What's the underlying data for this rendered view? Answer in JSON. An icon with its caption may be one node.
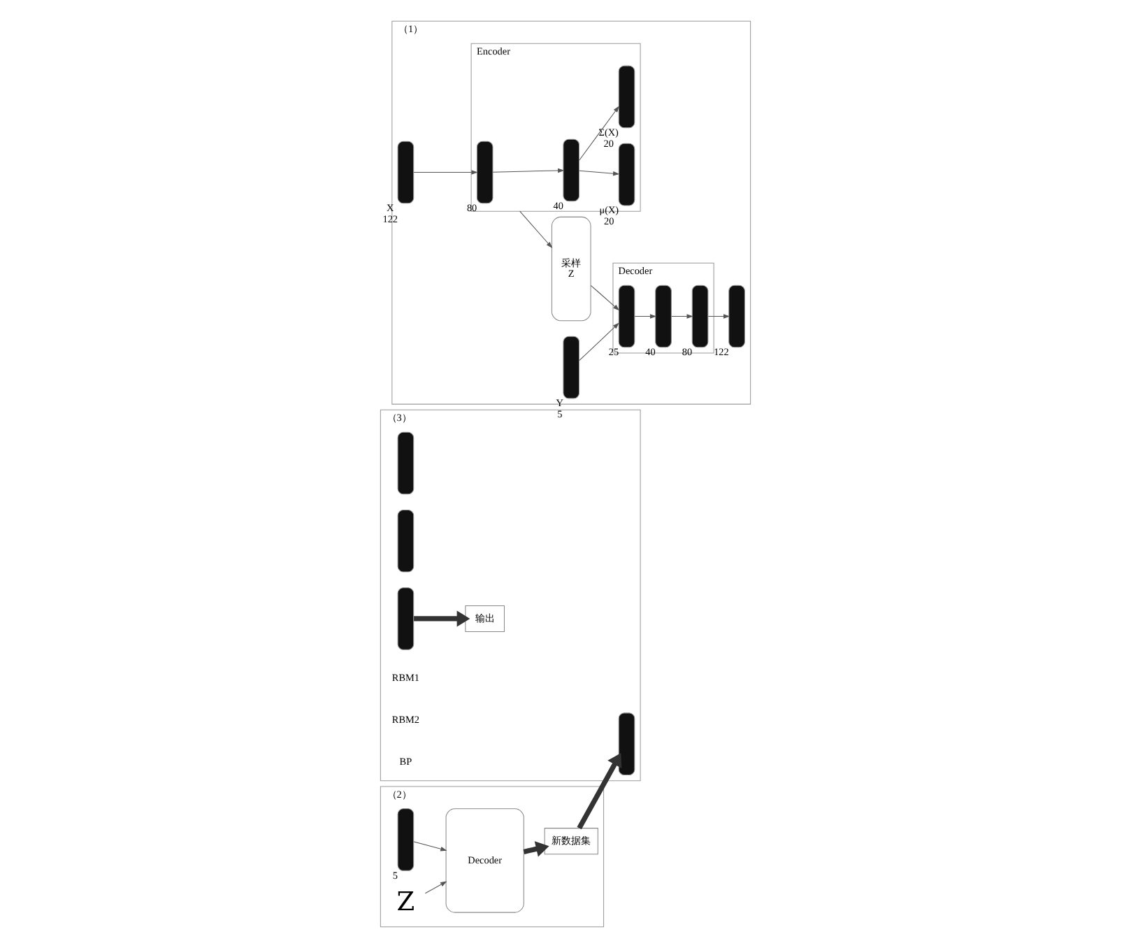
{
  "diagram": {
    "nodes": [
      {
        "text": [
          "（1）"
        ]
      },
      {
        "text": [],
        "shape": "bar",
        "in": 0,
        "beside": [
          "X",
          "122"
        ]
      },
      {
        "text": [
          "Encoder"
        ],
        "in": 0
      },
      {
        "text": [],
        "shape": "bar",
        "in": 2,
        "beside": [
          "80"
        ]
      },
      {
        "text": [],
        "shape": "bar",
        "in": 2,
        "beside": [
          "40"
        ]
      },
      {
        "text": [],
        "shape": "bar",
        "in": 2,
        "beside": [
          "μ(X)",
          "20"
        ]
      },
      {
        "text": [],
        "shape": "bar",
        "in": 2,
        "beside": [
          "Σ(X)",
          "20"
        ]
      },
      {
        "text": [
          "采样",
          "Z"
        ],
        "in": 0
      },
      {
        "text": [],
        "shape": "bar",
        "in": 0,
        "beside": [
          "Y",
          "5"
        ]
      },
      {
        "text": [
          "Decoder"
        ],
        "in": 0
      },
      {
        "text": [],
        "shape": "bar",
        "in": 9,
        "beside": [
          "25"
        ]
      },
      {
        "text": [],
        "shape": "bar",
        "in": 9,
        "beside": [
          "40"
        ]
      },
      {
        "text": [],
        "shape": "bar",
        "in": 9,
        "beside": [
          "80"
        ]
      },
      {
        "text": [],
        "shape": "bar",
        "in": 0,
        "beside": [
          "122"
        ]
      },
      {
        "text": [
          "（2）"
        ]
      },
      {
        "text": [],
        "shape": "bar",
        "in": 14,
        "beside": [
          "5"
        ]
      },
      {
        "text": [
          "Z"
        ],
        "in": 14
      },
      {
        "text": [
          "Decoder"
        ],
        "in": 14
      },
      {
        "text": [
          "新数据集"
        ],
        "in": 14
      },
      {
        "text": [
          "（3）"
        ]
      },
      {
        "text": [],
        "shape": "bar",
        "in": 19
      },
      {
        "text": [],
        "shape": "bar",
        "in": 19
      },
      {
        "text": [],
        "shape": "bar",
        "in": 19
      },
      {
        "text": [],
        "shape": "bar",
        "in": 19
      },
      {
        "text": [
          "输出"
        ],
        "in": 19
      }
    ],
    "edges": [
      {
        "from": 1,
        "to": 3,
        "arrow": "to"
      },
      {
        "from": 3,
        "to": 4,
        "arrow": "to"
      },
      {
        "from": 4,
        "to": 5,
        "arrow": "to"
      },
      {
        "from": 4,
        "to": 6,
        "arrow": "to"
      },
      {
        "from": 2,
        "to": 7,
        "arrow": "to"
      },
      {
        "from": 7,
        "to": 10,
        "arrow": "to"
      },
      {
        "from": 8,
        "to": 10,
        "arrow": "to"
      },
      {
        "from": 10,
        "to": 11,
        "arrow": "to"
      },
      {
        "from": 11,
        "to": 12,
        "arrow": "to"
      },
      {
        "from": 12,
        "to": 13,
        "arrow": "to"
      },
      {
        "from": 15,
        "to": 17,
        "arrow": "to"
      },
      {
        "from": 16,
        "to": 17,
        "arrow": "to"
      },
      {
        "from": 17,
        "to": 18,
        "arrow": "to",
        "style": "thick"
      },
      {
        "from": 18,
        "to": 20,
        "arrow": "to",
        "style": "thick"
      },
      {
        "from": 23,
        "to": 24,
        "arrow": "to",
        "style": "thick"
      }
    ],
    "labels": [
      "RBM1",
      "RBM2",
      "BP"
    ]
  }
}
